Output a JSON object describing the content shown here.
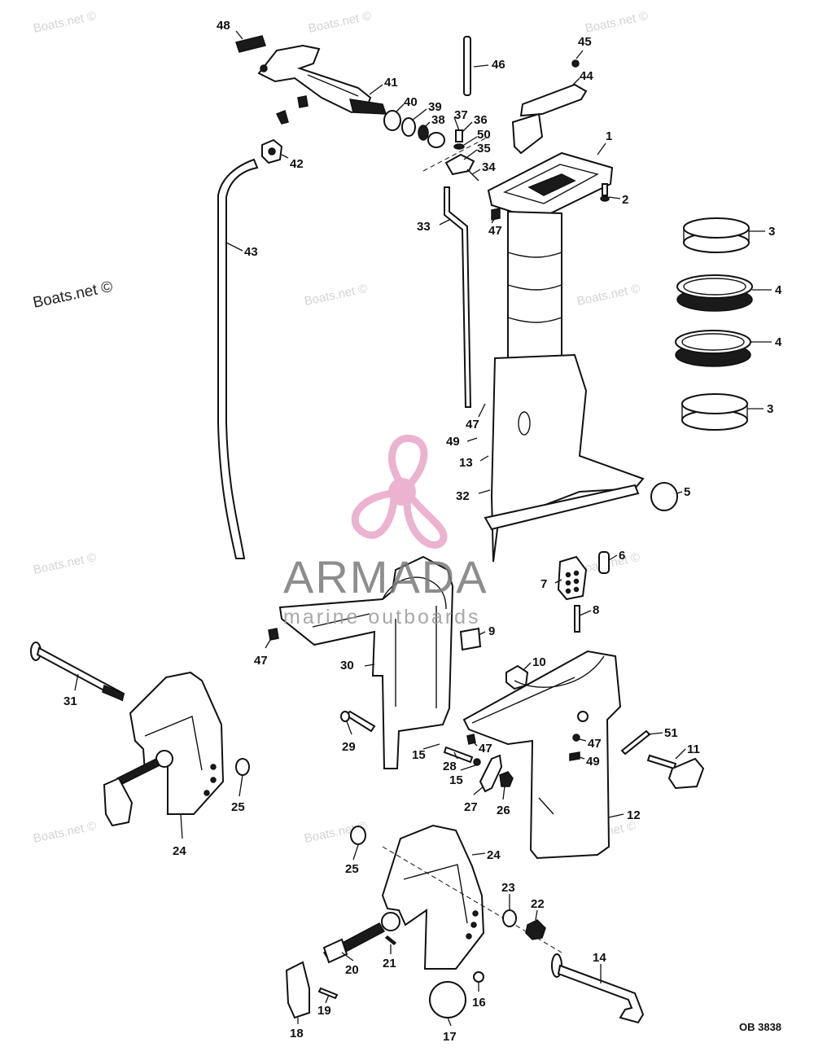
{
  "drawing_code": "OB 3838",
  "watermarks": {
    "primary": "Boats.net ©",
    "repeated": "Boats.net ©"
  },
  "brand": {
    "name": "ARMADA",
    "tagline": "marine outboards",
    "logo_color": "#e8a6c8"
  },
  "callouts": [
    {
      "id": "c48",
      "text": "48"
    },
    {
      "id": "c41",
      "text": "41"
    },
    {
      "id": "c40",
      "text": "40"
    },
    {
      "id": "c39",
      "text": "39"
    },
    {
      "id": "c38",
      "text": "38"
    },
    {
      "id": "c37",
      "text": "37"
    },
    {
      "id": "c36",
      "text": "36"
    },
    {
      "id": "c50",
      "text": "50"
    },
    {
      "id": "c35",
      "text": "35"
    },
    {
      "id": "c34",
      "text": "34"
    },
    {
      "id": "c46",
      "text": "46"
    },
    {
      "id": "c45",
      "text": "45"
    },
    {
      "id": "c44",
      "text": "44"
    },
    {
      "id": "c1",
      "text": "1"
    },
    {
      "id": "c2",
      "text": "2"
    },
    {
      "id": "c3a",
      "text": "3"
    },
    {
      "id": "c4a",
      "text": "4"
    },
    {
      "id": "c4b",
      "text": "4"
    },
    {
      "id": "c3b",
      "text": "3"
    },
    {
      "id": "c5",
      "text": "5"
    },
    {
      "id": "c6",
      "text": "6"
    },
    {
      "id": "c7",
      "text": "7"
    },
    {
      "id": "c8",
      "text": "8"
    },
    {
      "id": "c9",
      "text": "9"
    },
    {
      "id": "c10",
      "text": "10"
    },
    {
      "id": "c51",
      "text": "51"
    },
    {
      "id": "c11",
      "text": "11"
    },
    {
      "id": "c47a",
      "text": "47"
    },
    {
      "id": "c49a",
      "text": "49"
    },
    {
      "id": "c42",
      "text": "42"
    },
    {
      "id": "c43",
      "text": "43"
    },
    {
      "id": "c33",
      "text": "33"
    },
    {
      "id": "c47b",
      "text": "47"
    },
    {
      "id": "c47c",
      "text": "47"
    },
    {
      "id": "c49b",
      "text": "49"
    },
    {
      "id": "c13",
      "text": "13"
    },
    {
      "id": "c32",
      "text": "32"
    },
    {
      "id": "c47d",
      "text": "47"
    },
    {
      "id": "c30",
      "text": "30"
    },
    {
      "id": "c31",
      "text": "31"
    },
    {
      "id": "c29",
      "text": "29"
    },
    {
      "id": "c15a",
      "text": "15"
    },
    {
      "id": "c28",
      "text": "28"
    },
    {
      "id": "c47e",
      "text": "47"
    },
    {
      "id": "c15b",
      "text": "15"
    },
    {
      "id": "c27",
      "text": "27"
    },
    {
      "id": "c26",
      "text": "26"
    },
    {
      "id": "c47f",
      "text": "47"
    },
    {
      "id": "c49c",
      "text": "49"
    },
    {
      "id": "c12",
      "text": "12"
    },
    {
      "id": "c24a",
      "text": "24"
    },
    {
      "id": "c25a",
      "text": "25"
    },
    {
      "id": "c25b",
      "text": "25"
    },
    {
      "id": "c24b",
      "text": "24"
    },
    {
      "id": "c23",
      "text": "23"
    },
    {
      "id": "c22",
      "text": "22"
    },
    {
      "id": "c14",
      "text": "14"
    },
    {
      "id": "c20",
      "text": "20"
    },
    {
      "id": "c21",
      "text": "21"
    },
    {
      "id": "c16",
      "text": "16"
    },
    {
      "id": "c19",
      "text": "19"
    },
    {
      "id": "c18",
      "text": "18"
    },
    {
      "id": "c17",
      "text": "17"
    }
  ]
}
